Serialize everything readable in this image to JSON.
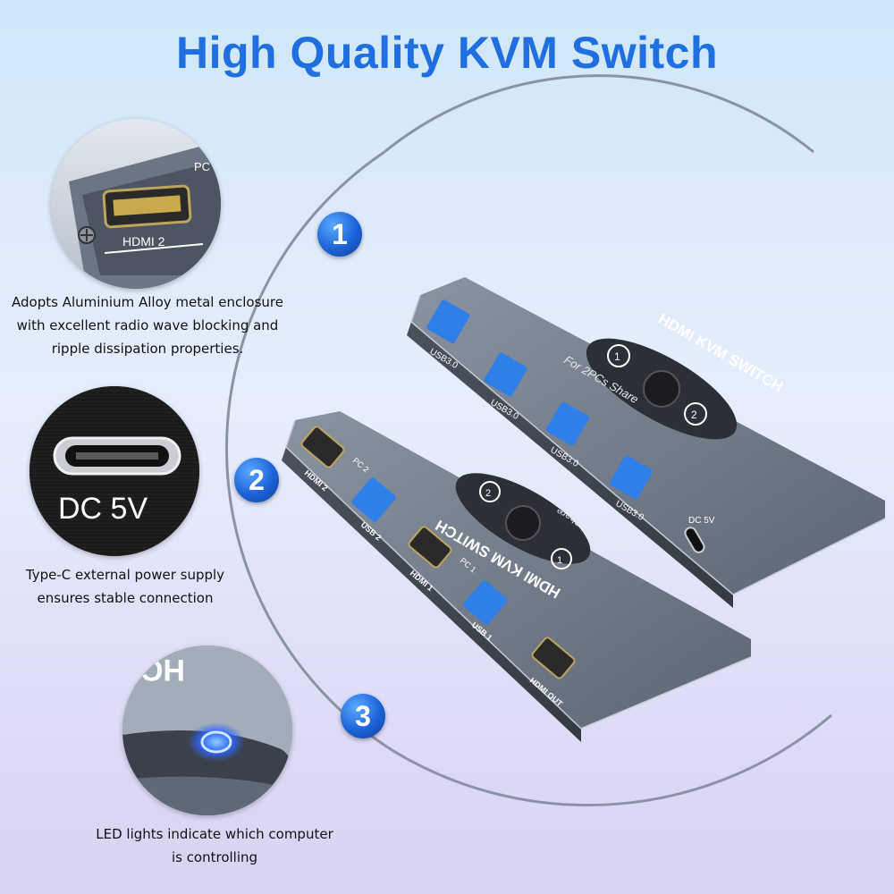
{
  "title": "High Quality KVM Switch",
  "badges": [
    "1",
    "2",
    "3"
  ],
  "features": [
    {
      "icon": "hdmi-port-closeup",
      "port_label": "HDMI 2",
      "corner_label": "PC",
      "lines": [
        "Adopts Aluminium Alloy metal enclosure",
        "with excellent radio wave blocking and",
        "ripple dissipation properties."
      ]
    },
    {
      "icon": "usb-c-port-closeup",
      "port_label": "DC 5V",
      "lines": [
        "Type-C external power supply",
        "ensures stable connection"
      ]
    },
    {
      "icon": "led-button-closeup",
      "lines": [
        "LED lights indicate which computer",
        "is controlling"
      ]
    }
  ],
  "device_back": {
    "name": "HDMI KVM SWITCH",
    "subtitle": "For 2PCs Share",
    "ports": [
      "USB3.0",
      "USB3.0",
      "USB3.0",
      "USB3.0",
      "DC 5V"
    ],
    "buttons": [
      "1",
      "2"
    ]
  },
  "device_front": {
    "name": "HDMI KVM SWITCH",
    "subtitle": "For 2PCs Share",
    "ports": [
      "HDMI 2",
      "PC 2",
      "USB 2",
      "HDMI 1",
      "PC 1",
      "USB 1",
      "HDMI OUT"
    ],
    "buttons": [
      "2",
      "1"
    ]
  },
  "colors": {
    "title": "#1f6fe0",
    "badge": "#1c63d8",
    "enclosure": "#5f6876",
    "port_blue": "#2f7fe8"
  }
}
